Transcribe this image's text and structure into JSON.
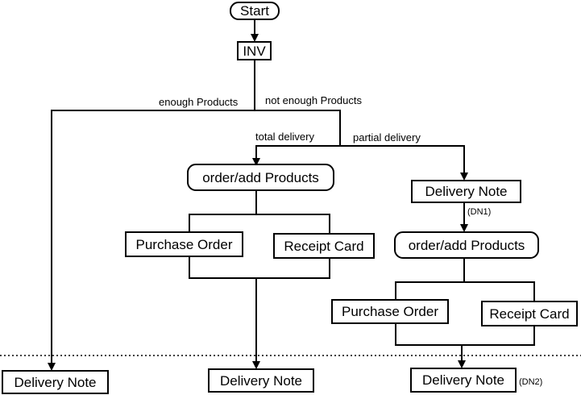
{
  "diagram": {
    "nodes": {
      "start": "Start",
      "inv": "INV",
      "order_left": "order/add Products",
      "po_left": "Purchase Order",
      "rc_left": "Receipt Card",
      "dn_right_top": "Delivery Note",
      "order_right": "order/add Products",
      "po_right": "Purchase Order",
      "rc_right": "Receipt Card",
      "dn_bottom_1": "Delivery Note",
      "dn_bottom_2": "Delivery Note",
      "dn_bottom_3": "Delivery Note"
    },
    "edge_labels": {
      "enough": "enough Products",
      "not_enough": "not enough Products",
      "total": "total delivery",
      "partial": "partial delivery"
    },
    "notes": {
      "dn1": "(DN1)",
      "dn2": "(DN2)"
    }
  }
}
